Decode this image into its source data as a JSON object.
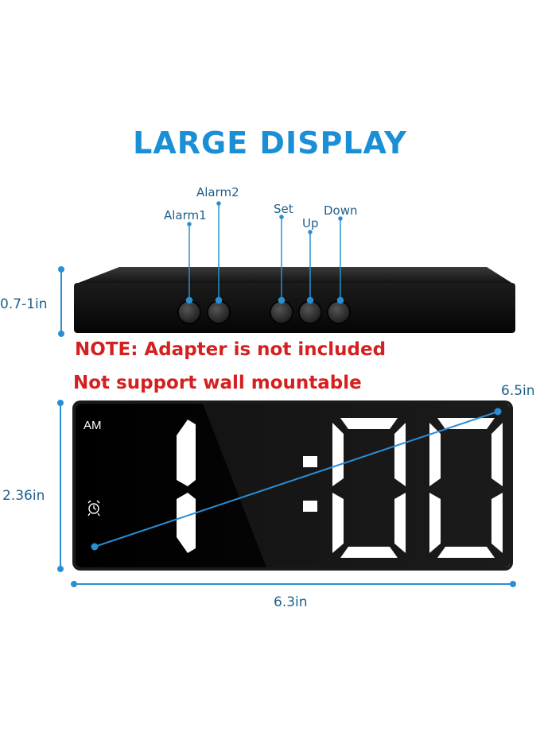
{
  "title": "LARGE DISPLAY",
  "colors": {
    "title": "#1a8fd6",
    "accent_line": "#2a8fd2",
    "label": "#1f5f8a",
    "note": "#d42020",
    "device": "#111111",
    "digit": "#ffffff"
  },
  "buttons": {
    "alarm1": "Alarm1",
    "alarm2": "Alarm2",
    "set": "Set",
    "up": "Up",
    "down": "Down"
  },
  "notes": {
    "line1": "NOTE: Adapter is not included",
    "line2": "Not support wall mountable"
  },
  "dimensions": {
    "height_side": "0.7-1in",
    "height_front": "2.36in",
    "width": "6.3in",
    "diagonal": "6.5in"
  },
  "display": {
    "am_label": "AM",
    "time": "1:00",
    "alarm_icon": "alarm-clock-icon"
  }
}
